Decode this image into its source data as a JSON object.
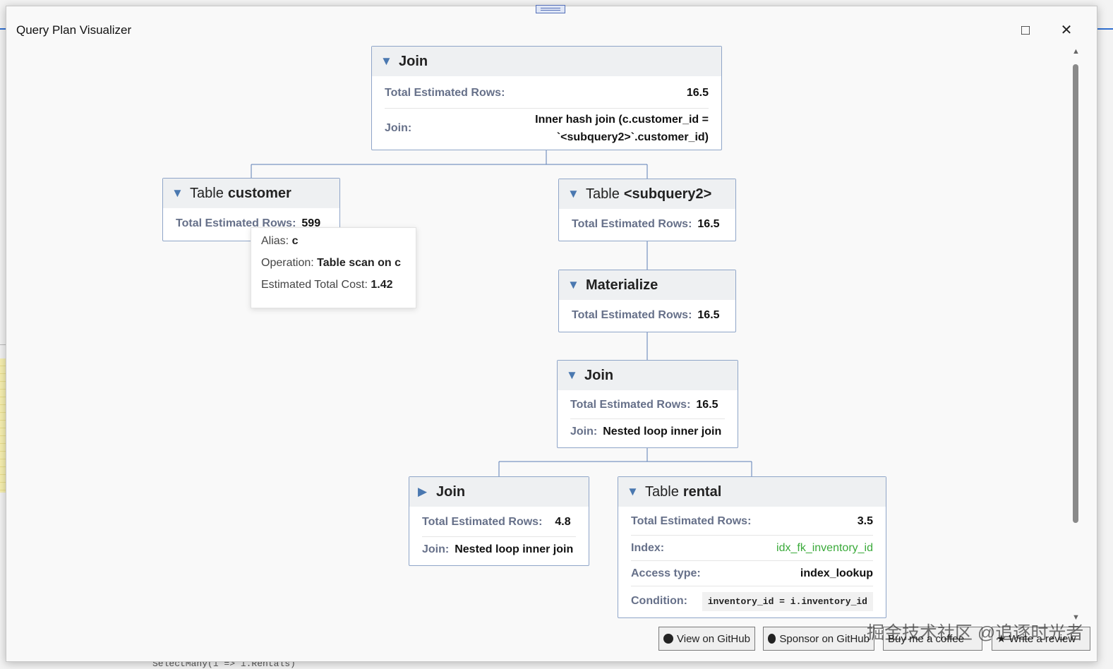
{
  "window": {
    "title": "Query Plan Visualizer"
  },
  "nodes": {
    "root_join": {
      "label": "Join",
      "rows_label": "Total Estimated Rows:",
      "rows_value": "16.5",
      "join_label": "Join:",
      "join_value_line1": "Inner hash join (c.customer_id =",
      "join_value_line2": "`<subquery2>`.customer_id)"
    },
    "table_customer": {
      "prefix": "Table",
      "label": "customer",
      "rows_label": "Total Estimated Rows:",
      "rows_value": "599"
    },
    "table_subquery2": {
      "prefix": "Table",
      "label": "<subquery2>",
      "rows_label": "Total Estimated Rows:",
      "rows_value": "16.5"
    },
    "materialize": {
      "label": "Materialize",
      "rows_label": "Total Estimated Rows:",
      "rows_value": "16.5"
    },
    "join_nested": {
      "label": "Join",
      "rows_label": "Total Estimated Rows:",
      "rows_value": "16.5",
      "join_label": "Join:",
      "join_value": "Nested loop inner join"
    },
    "join_collapsed": {
      "label": "Join",
      "rows_label": "Total Estimated Rows:",
      "rows_value": "4.8",
      "join_label": "Join:",
      "join_value": "Nested loop inner join"
    },
    "table_rental": {
      "prefix": "Table",
      "label": "rental",
      "rows_label": "Total Estimated Rows:",
      "rows_value": "3.5",
      "index_label": "Index:",
      "index_value": "idx_fk_inventory_id",
      "access_label": "Access type:",
      "access_value": "index_lookup",
      "condition_label": "Condition:",
      "condition_value": "inventory_id = i.inventory_id"
    }
  },
  "tooltip": {
    "alias_label": "Alias:",
    "alias_value": "c",
    "operation_label": "Operation:",
    "operation_value": "Table scan on c",
    "cost_label": "Estimated Total Cost:",
    "cost_value": "1.42"
  },
  "footer": {
    "view_github": "View on GitHub",
    "sponsor_github": "Sponsor on GitHub",
    "coffee": "Buy me a coffee",
    "review": "Write a review"
  },
  "watermark": "掘金技术社区 @追逐时光者",
  "background_code": "SelectMany(i => i.Rentals)",
  "colors": {
    "accent": "#4a78b0",
    "index_green": "#3aaa3a",
    "node_border": "#8fa5c8"
  },
  "icons": [
    "expand-icon",
    "collapse-icon",
    "maximize-icon",
    "close-icon",
    "github-icon",
    "star-icon"
  ]
}
